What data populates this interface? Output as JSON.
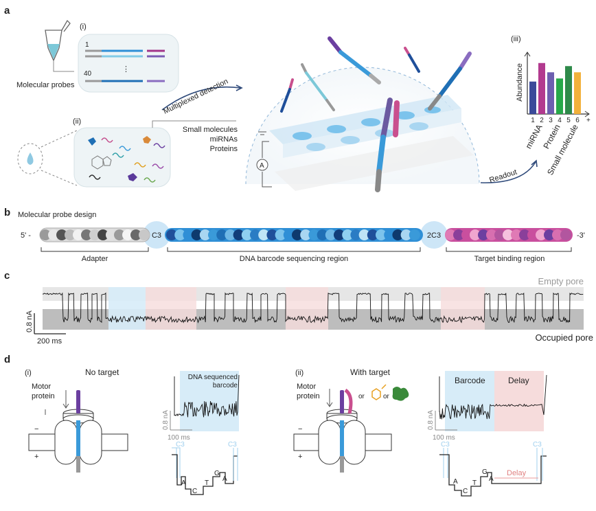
{
  "panel_a": {
    "letter": "a",
    "sub_i": "(i)",
    "sub_ii": "(ii)",
    "sub_iii": "(iii)",
    "probe_label": "Molecular probes",
    "row_first": "1",
    "row_last": "40",
    "ellipsis": "⋮",
    "multiplexed": "Multiplexed detection",
    "analytes": [
      "Small molecules",
      "miRNAs",
      "Proteins"
    ],
    "ammeter": "A",
    "readout": "Readout"
  },
  "panel_b": {
    "letter": "b",
    "title": "Molecular probe design",
    "five_prime": "5' -",
    "three_prime": "-3'",
    "c3": "C3",
    "c3b": "2C3",
    "regions": [
      "Adapter",
      "DNA barcode sequencing region",
      "Target binding region"
    ]
  },
  "panel_c": {
    "letter": "c",
    "empty": "Empty pore",
    "occupied": "Occupied pore",
    "scale_y": "0.8 nA",
    "scale_x": "200 ms"
  },
  "panel_d": {
    "letter": "d",
    "left": {
      "sub": "(i)",
      "title": "No target",
      "motor_line1": "Motor",
      "motor_line2": "protein",
      "minus": "−",
      "plus": "+",
      "trace_label_1": "DNA sequenced",
      "trace_label_2": "barcode",
      "scale_y": "0.8 nA",
      "scale_x": "100 ms",
      "c3_left": "C3",
      "c3_right": "C3",
      "steps": [
        "A",
        "C",
        "T",
        "G",
        "A"
      ]
    },
    "right": {
      "sub": "(ii)",
      "title": "With target",
      "motor_line1": "Motor",
      "motor_line2": "protein",
      "or1": "or",
      "or2": "or",
      "minus": "−",
      "plus": "+",
      "barcode": "Barcode",
      "delay": "Delay",
      "scale_y": "0.8 nA",
      "scale_x": "100 ms",
      "c3_left": "C3",
      "c3_right": "C3",
      "steps": [
        "A",
        "C",
        "T",
        "G",
        "A"
      ],
      "delay_step": "Delay"
    }
  },
  "chart_data": {
    "type": "bar",
    "title": "",
    "ylabel": "Abundance",
    "xlabel": "",
    "categories": [
      "1",
      "2",
      "3",
      "4",
      "5",
      "6"
    ],
    "extra_tick": "+",
    "values": [
      4.2,
      6.6,
      5.4,
      4.6,
      6.2,
      5.4
    ],
    "ylim": [
      0,
      8
    ],
    "colors": [
      "#3b4a9a",
      "#b23a8f",
      "#6d5fb0",
      "#27a84a",
      "#2e8a4a",
      "#f2b13b"
    ],
    "group_labels": [
      "miRNA",
      "Protein",
      "Small molecule"
    ],
    "grid": false
  },
  "colors": {
    "blue": "#3a9ad9",
    "light_blue": "#bfe0f4",
    "pink": "#c9418e",
    "purple": "#6b3fa0",
    "pink_bg": "#f6dcdc",
    "blue_bg": "#d7ecf8"
  }
}
